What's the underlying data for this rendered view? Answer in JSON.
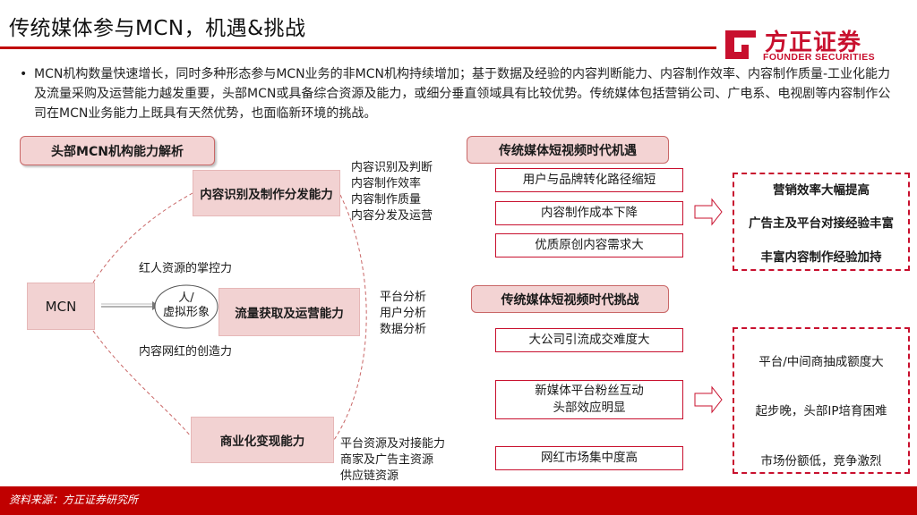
{
  "title": "传统媒体参与MCN，机遇&挑战",
  "logo": {
    "name_cn": "方正证券",
    "name_en": "FOUNDER SECURITIES"
  },
  "intro": "MCN机构数量快速增长，同时多种形态参与MCN业务的非MCN机构持续增加；基于数据及经验的内容判断能力、内容制作效率、内容制作质量-工业化能力及流量采购及运营能力越发重要，头部MCN或具备综合资源及能力，或细分垂直领域具有比较优势。传统媒体包括营销公司、广电系、电视剧等内容制作公司在MCN业务能力上既具有天然优势，也面临新环境的挑战。",
  "left": {
    "header": "头部MCN机构能力解析",
    "center": "MCN",
    "persona": "人/\n虚拟形象",
    "link_top": "红人资源的掌控力",
    "link_bottom": "内容网红的创造力",
    "capabilities": [
      {
        "label": "内容识别及制作分发能力",
        "details": [
          "内容识别及判断",
          "内容制作效率",
          "内容制作质量",
          "内容分发及运营"
        ]
      },
      {
        "label": "流量获取及运营能力",
        "details": [
          "平台分析",
          "用户分析",
          "数据分析"
        ]
      },
      {
        "label": "商业化变现能力",
        "details": [
          "平台资源及对接能力",
          "商家及广告主资源",
          "供应链资源"
        ]
      }
    ]
  },
  "opportunities": {
    "header": "传统媒体短视频时代机遇",
    "items": [
      "用户与品牌转化路径缩短",
      "内容制作成本下降",
      "优质原创内容需求大"
    ],
    "results": [
      "营销效率大幅提高",
      "广告主及平台对接经验丰富",
      "丰富内容制作经验加持"
    ]
  },
  "challenges": {
    "header": "传统媒体短视频时代挑战",
    "items": [
      "大公司引流成交难度大",
      "新媒体平台粉丝互动\n头部效应明显",
      "网红市场集中度高"
    ],
    "results": [
      "平台/中间商抽成额度大",
      "起步晚，头部IP培育困难",
      "市场份额低，竞争激烈"
    ]
  },
  "source": "资料来源：方正证券研究所",
  "colors": {
    "brand": "#c00000",
    "pink_fill": "#f2d2d2",
    "accent": "#c8102e"
  }
}
